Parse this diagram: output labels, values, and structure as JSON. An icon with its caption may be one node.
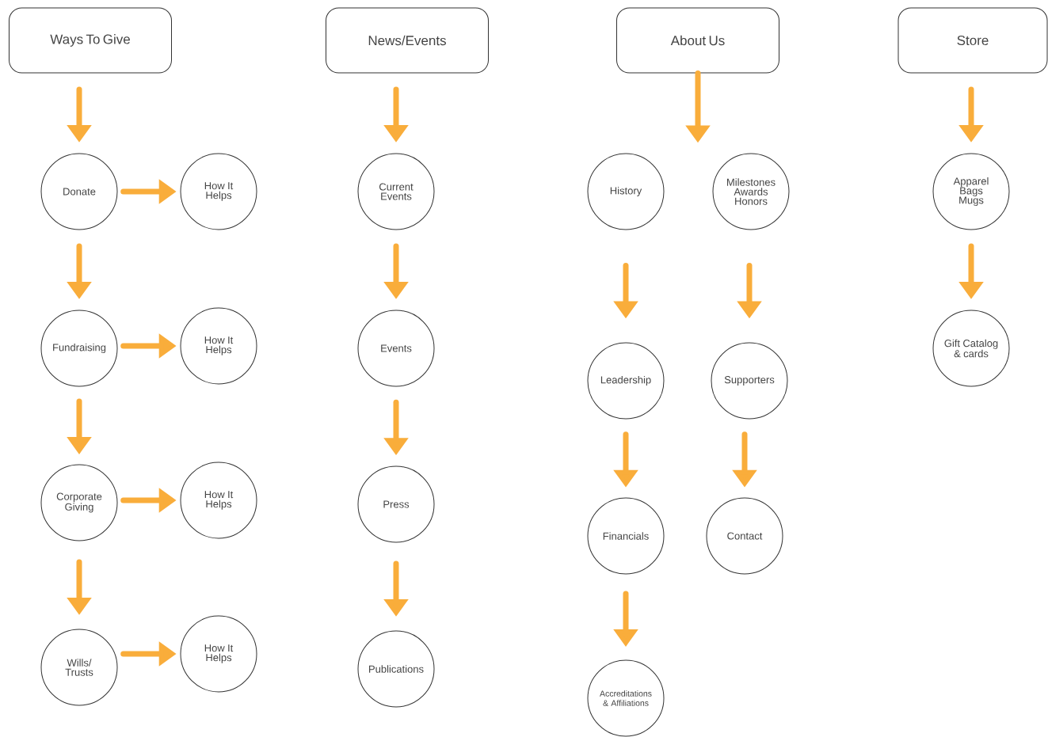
{
  "diagram": {
    "nodes": [
      {
        "text": [
          "Ways To Give"
        ]
      },
      {
        "text": [
          "Donate"
        ]
      },
      {
        "text": [
          "How It Helps"
        ]
      },
      {
        "text": [
          "Fundraising"
        ]
      },
      {
        "text": [
          "How It Helps"
        ]
      },
      {
        "text": [
          "Corporate Giving"
        ]
      },
      {
        "text": [
          "How It Helps"
        ]
      },
      {
        "text": [
          "Wills/ Trusts"
        ]
      },
      {
        "text": [
          "How It Helps"
        ]
      },
      {
        "text": [
          "News/Events"
        ]
      },
      {
        "text": [
          "Current Events"
        ]
      },
      {
        "text": [
          "Events"
        ]
      },
      {
        "text": [
          "Press"
        ]
      },
      {
        "text": [
          "Publications"
        ]
      },
      {
        "text": [
          "About Us"
        ]
      },
      {
        "text": [
          "History"
        ]
      },
      {
        "text": [
          "Milestones Awards Honors"
        ]
      },
      {
        "text": [
          "Leadership"
        ]
      },
      {
        "text": [
          "Supporters"
        ]
      },
      {
        "text": [
          "Financials"
        ]
      },
      {
        "text": [
          "Contact"
        ]
      },
      {
        "text": [
          "Accreditations & Affiliations"
        ]
      },
      {
        "text": [
          "Store"
        ]
      },
      {
        "text": [
          "Apparel Bags Mugs"
        ]
      },
      {
        "text": [
          "Gift Catalog & cards"
        ]
      }
    ],
    "edges": [
      {
        "from": 0,
        "to": 1,
        "arrow": "to"
      },
      {
        "from": 1,
        "to": 2,
        "arrow": "to"
      },
      {
        "from": 1,
        "to": 3,
        "arrow": "to"
      },
      {
        "from": 3,
        "to": 4,
        "arrow": "to"
      },
      {
        "from": 3,
        "to": 5,
        "arrow": "to"
      },
      {
        "from": 5,
        "to": 6,
        "arrow": "to"
      },
      {
        "from": 5,
        "to": 7,
        "arrow": "to"
      },
      {
        "from": 7,
        "to": 8,
        "arrow": "to"
      },
      {
        "from": 9,
        "to": 10,
        "arrow": "to"
      },
      {
        "from": 10,
        "to": 11,
        "arrow": "to"
      },
      {
        "from": 11,
        "to": 12,
        "arrow": "to"
      },
      {
        "from": 12,
        "to": 13,
        "arrow": "to"
      },
      {
        "from": 14,
        "to": null,
        "arrow": "to"
      },
      {
        "from": 15,
        "to": 17,
        "arrow": "to"
      },
      {
        "from": 17,
        "to": 19,
        "arrow": "to"
      },
      {
        "from": 19,
        "to": 21,
        "arrow": "to"
      },
      {
        "from": 16,
        "to": 18,
        "arrow": "to"
      },
      {
        "from": 18,
        "to": 20,
        "arrow": "to"
      },
      {
        "from": 22,
        "to": 23,
        "arrow": "to"
      },
      {
        "from": 23,
        "to": 24,
        "arrow": "to"
      }
    ]
  }
}
